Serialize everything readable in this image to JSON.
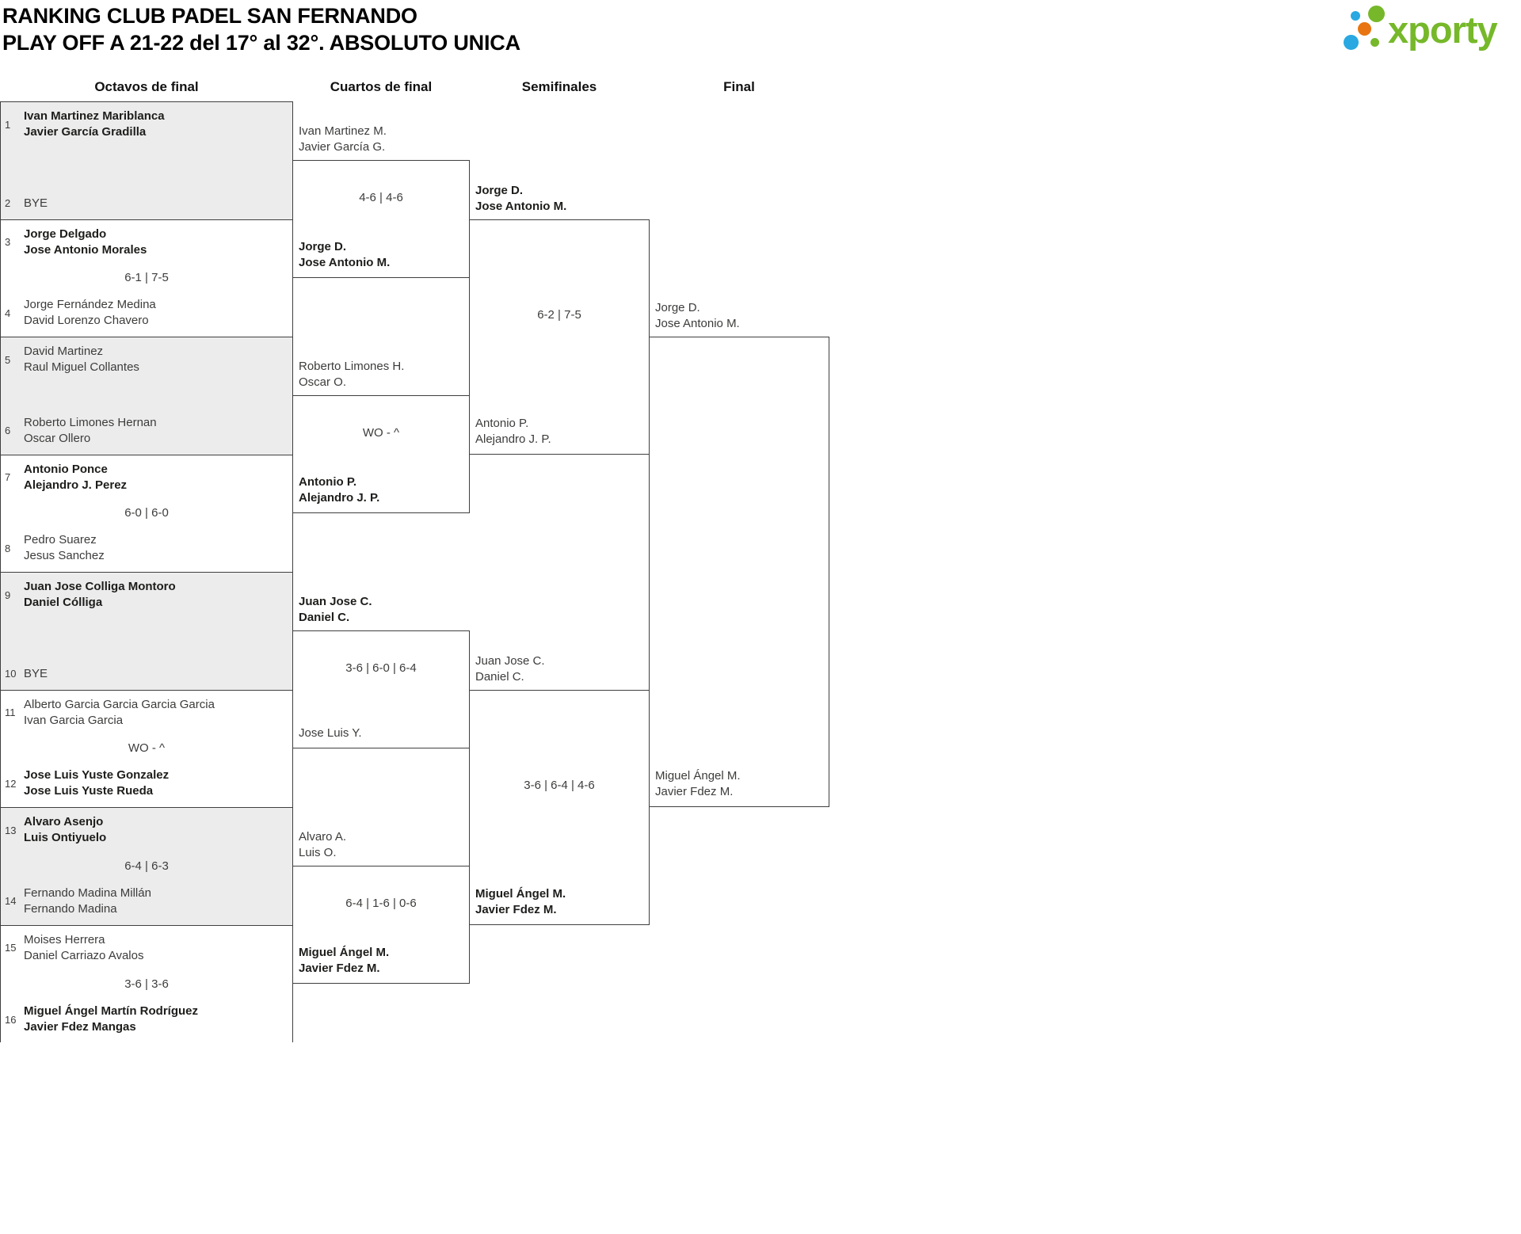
{
  "header": {
    "title_line1": "RANKING CLUB PADEL SAN FERNANDO",
    "title_line2": "PLAY OFF A 21-22 del 17° al 32°. ABSOLUTO UNICA",
    "logo_text": "xporty"
  },
  "columns": [
    "Octavos de final",
    "Cuartos de final",
    "Semifinales",
    "Final"
  ],
  "colors": {
    "accent_green": "#76b82a",
    "accent_orange": "#e87511",
    "accent_blue": "#29a8e1",
    "row_alt": "#ececec",
    "line": "#3f3f3f",
    "text": "#3c3c3b"
  },
  "rounds": {
    "octavos": {
      "matches": [
        {
          "score": "",
          "teams": [
            {
              "seed": "1",
              "names": [
                "Ivan Martinez Mariblanca",
                "Javier García Gradilla"
              ],
              "bold": true
            },
            {
              "seed": "2",
              "names": [
                "BYE"
              ],
              "bold": false
            }
          ]
        },
        {
          "score": "6-1 | 7-5",
          "teams": [
            {
              "seed": "3",
              "names": [
                "Jorge Delgado",
                "Jose Antonio Morales"
              ],
              "bold": true
            },
            {
              "seed": "4",
              "names": [
                "Jorge Fernández Medina",
                "David Lorenzo Chavero"
              ],
              "bold": false
            }
          ]
        },
        {
          "score": "",
          "teams": [
            {
              "seed": "5",
              "names": [
                "David Martinez",
                "Raul Miguel Collantes"
              ],
              "bold": false
            },
            {
              "seed": "6",
              "names": [
                "Roberto Limones Hernan",
                "Oscar Ollero"
              ],
              "bold": false
            }
          ]
        },
        {
          "score": "6-0 | 6-0",
          "teams": [
            {
              "seed": "7",
              "names": [
                "Antonio Ponce",
                "Alejandro J. Perez"
              ],
              "bold": true
            },
            {
              "seed": "8",
              "names": [
                "Pedro Suarez",
                "Jesus Sanchez"
              ],
              "bold": false
            }
          ]
        },
        {
          "score": "",
          "teams": [
            {
              "seed": "9",
              "names": [
                "Juan Jose Colliga Montoro",
                "Daniel Cólliga"
              ],
              "bold": true
            },
            {
              "seed": "10",
              "names": [
                "BYE"
              ],
              "bold": false
            }
          ]
        },
        {
          "score": "WO - ^",
          "teams": [
            {
              "seed": "11",
              "names": [
                "Alberto Garcia Garcia Garcia Garcia",
                "Ivan Garcia Garcia"
              ],
              "bold": false
            },
            {
              "seed": "12",
              "names": [
                "Jose Luis Yuste Gonzalez",
                "Jose Luis Yuste Rueda"
              ],
              "bold": true
            }
          ]
        },
        {
          "score": "6-4 | 6-3",
          "teams": [
            {
              "seed": "13",
              "names": [
                "Alvaro Asenjo",
                "Luis Ontiyuelo"
              ],
              "bold": true
            },
            {
              "seed": "14",
              "names": [
                "Fernando Madina Millán",
                "Fernando Madina"
              ],
              "bold": false
            }
          ]
        },
        {
          "score": "3-6 | 3-6",
          "teams": [
            {
              "seed": "15",
              "names": [
                "Moises Herrera",
                "Daniel Carriazo Avalos"
              ],
              "bold": false
            },
            {
              "seed": "16",
              "names": [
                "Miguel Ángel Martín Rodríguez",
                "Javier Fdez Mangas"
              ],
              "bold": true
            }
          ]
        }
      ]
    },
    "knockout": [
      {
        "key": "cuartos",
        "matches": [
          {
            "top": {
              "lines": [
                "Ivan Martinez M.",
                "Javier García G."
              ],
              "bold": false
            },
            "bottom": {
              "lines": [
                "Jorge D.",
                "Jose Antonio M."
              ],
              "bold": true
            },
            "score": "4-6 | 4-6"
          },
          {
            "top": {
              "lines": [
                "Roberto Limones H.",
                "Oscar O."
              ],
              "bold": false
            },
            "bottom": {
              "lines": [
                "Antonio P.",
                "Alejandro J. P."
              ],
              "bold": true
            },
            "score": "WO - ^"
          },
          {
            "top": {
              "lines": [
                "Juan Jose C.",
                "Daniel C."
              ],
              "bold": true
            },
            "bottom": {
              "lines": [
                "Jose Luis Y."
              ],
              "bold": false
            },
            "score": "3-6 | 6-0 | 6-4"
          },
          {
            "top": {
              "lines": [
                "Alvaro A.",
                "Luis O."
              ],
              "bold": false
            },
            "bottom": {
              "lines": [
                "Miguel Ángel M.",
                "Javier Fdez M."
              ],
              "bold": true
            },
            "score": "6-4 | 1-6 | 0-6"
          }
        ]
      },
      {
        "key": "semifinales",
        "matches": [
          {
            "top": {
              "lines": [
                "Jorge D.",
                "Jose Antonio M."
              ],
              "bold": true
            },
            "bottom": {
              "lines": [
                "Antonio P.",
                "Alejandro J. P."
              ],
              "bold": false
            },
            "score": "6-2 | 7-5"
          },
          {
            "top": {
              "lines": [
                "Juan Jose C.",
                "Daniel C."
              ],
              "bold": false
            },
            "bottom": {
              "lines": [
                "Miguel Ángel M.",
                "Javier Fdez M."
              ],
              "bold": true
            },
            "score": "3-6 | 6-4 | 4-6"
          }
        ]
      },
      {
        "key": "final",
        "matches": [
          {
            "top": {
              "lines": [
                "Jorge D.",
                "Jose Antonio M."
              ],
              "bold": false
            },
            "bottom": {
              "lines": [
                "Miguel Ángel M.",
                "Javier Fdez M."
              ],
              "bold": false
            },
            "score": ""
          }
        ]
      }
    ]
  }
}
